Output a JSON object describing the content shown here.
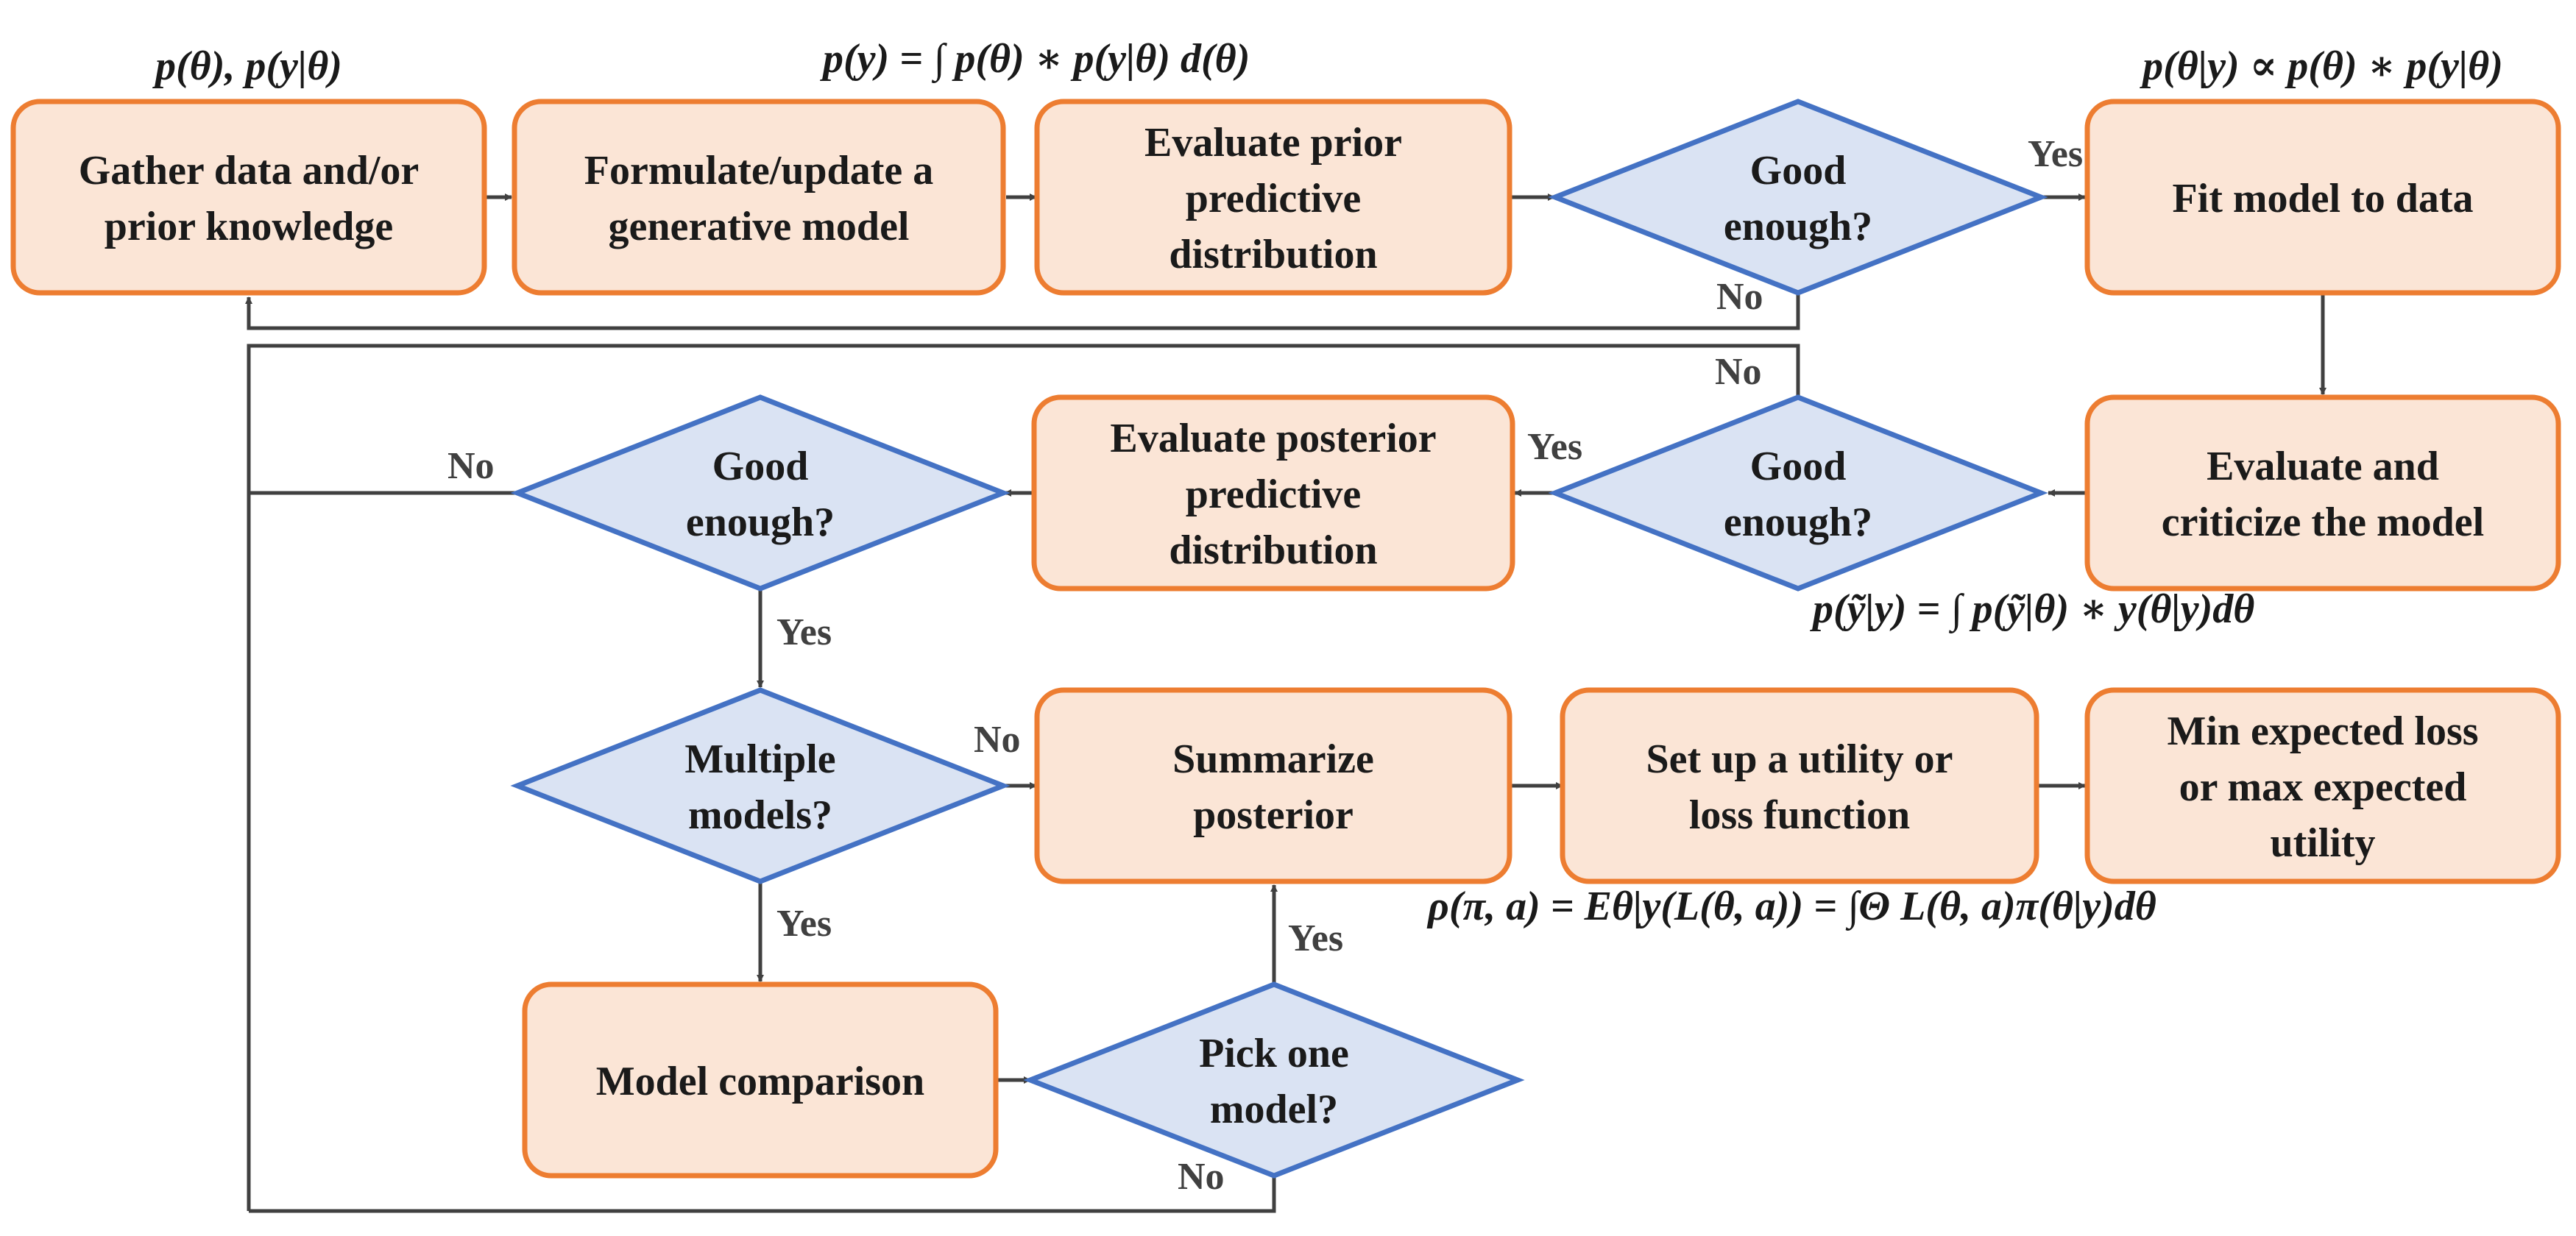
{
  "colors": {
    "process_fill": "#FBE5D6",
    "process_stroke": "#ED7D31",
    "decision_fill": "#DAE3F3",
    "decision_stroke": "#4472C4",
    "line": "#404040"
  },
  "nodes": {
    "gather": [
      "Gather data and/or",
      "prior knowledge"
    ],
    "formulate": [
      "Formulate/update a",
      "generative model"
    ],
    "eval_prior": [
      "Evaluate prior",
      "predictive",
      "distribution"
    ],
    "good1": [
      "Good",
      "enough?"
    ],
    "fit": [
      "Fit model to data"
    ],
    "eval_criticize": [
      "Evaluate and",
      "criticize the model"
    ],
    "good2": [
      "Good",
      "enough?"
    ],
    "eval_post": [
      "Evaluate posterior",
      "predictive",
      "distribution"
    ],
    "good3": [
      "Good",
      "enough?"
    ],
    "multiple": [
      "Multiple",
      "models?"
    ],
    "summarize": [
      "Summarize",
      "posterior"
    ],
    "utility": [
      "Set up a utility or",
      "loss function"
    ],
    "minloss": [
      "Min expected loss",
      "or max expected",
      "utility"
    ],
    "comparison": [
      "Model comparison"
    ],
    "pick": [
      "Pick one",
      "model?"
    ]
  },
  "edge_labels": {
    "good1_yes": "Yes",
    "good1_no": "No",
    "good2_no": "No",
    "good2_yes": "Yes",
    "good3_no": "No",
    "good3_yes": "Yes",
    "multiple_no": "No",
    "multiple_yes": "Yes",
    "pick_yes": "Yes",
    "pick_no": "No"
  },
  "formulas": {
    "prior_and_likelihood": "p(θ), p(y|θ)",
    "marginal": "p(y) = ∫ p(θ) ∗ p(y|θ) d(θ)",
    "posterior": "p(θ|y) ∝ p(θ) ∗ p(y|θ)",
    "posterior_predictive": "p(ỹ|y) = ∫ p(ỹ|θ) ∗ y(θ|y)dθ",
    "bayes_risk": "ρ(π, a) = Eθ|y(L(θ, a)) = ∫Θ L(θ, a)π(θ|y)dθ"
  }
}
